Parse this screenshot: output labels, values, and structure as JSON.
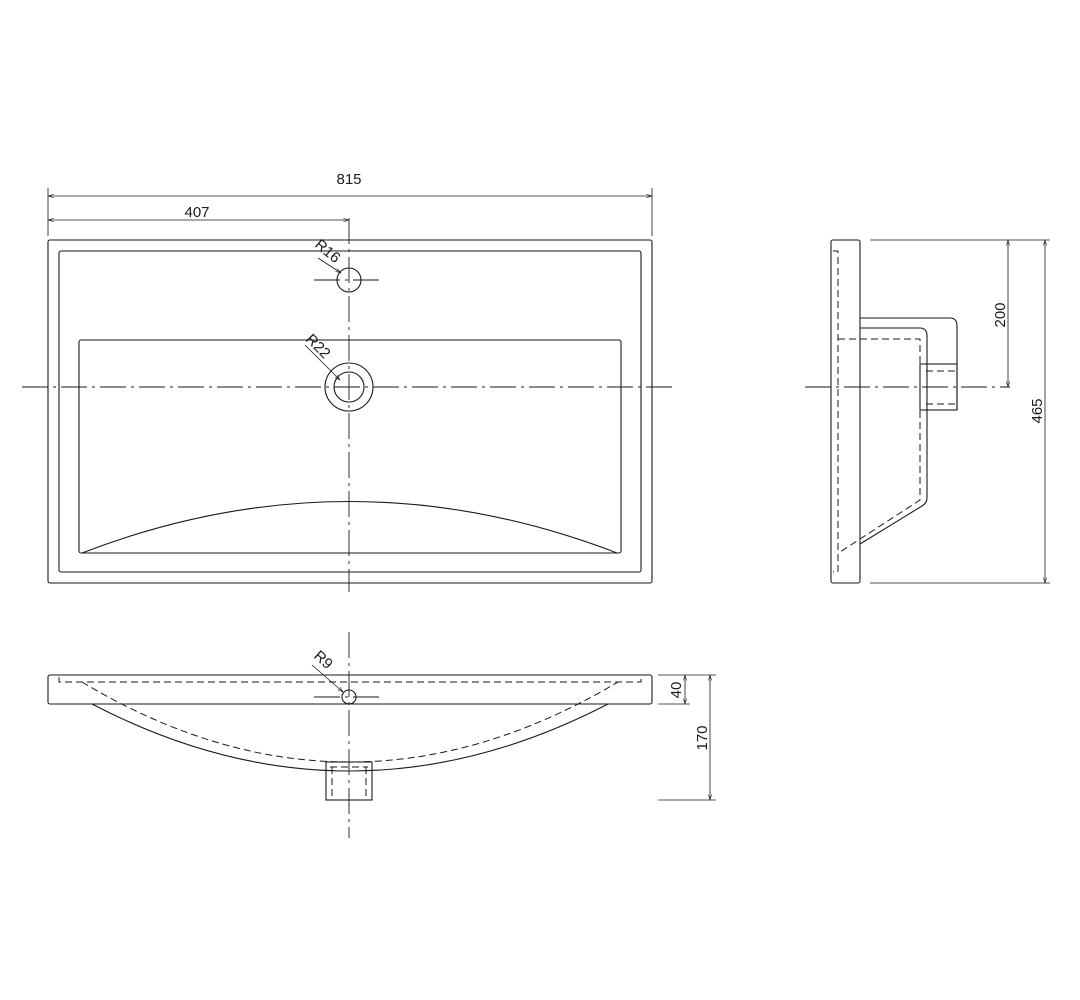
{
  "dimensions": {
    "overall_width": "815",
    "half_width": "407",
    "overflow_radius": "R16",
    "drain_radius": "R22",
    "tap_hole_radius": "R9",
    "drain_offset": "200",
    "overall_depth": "465",
    "rim_height": "40",
    "overall_height": "170"
  },
  "colors": {
    "line": "#1a1a1a",
    "background": "#ffffff"
  }
}
